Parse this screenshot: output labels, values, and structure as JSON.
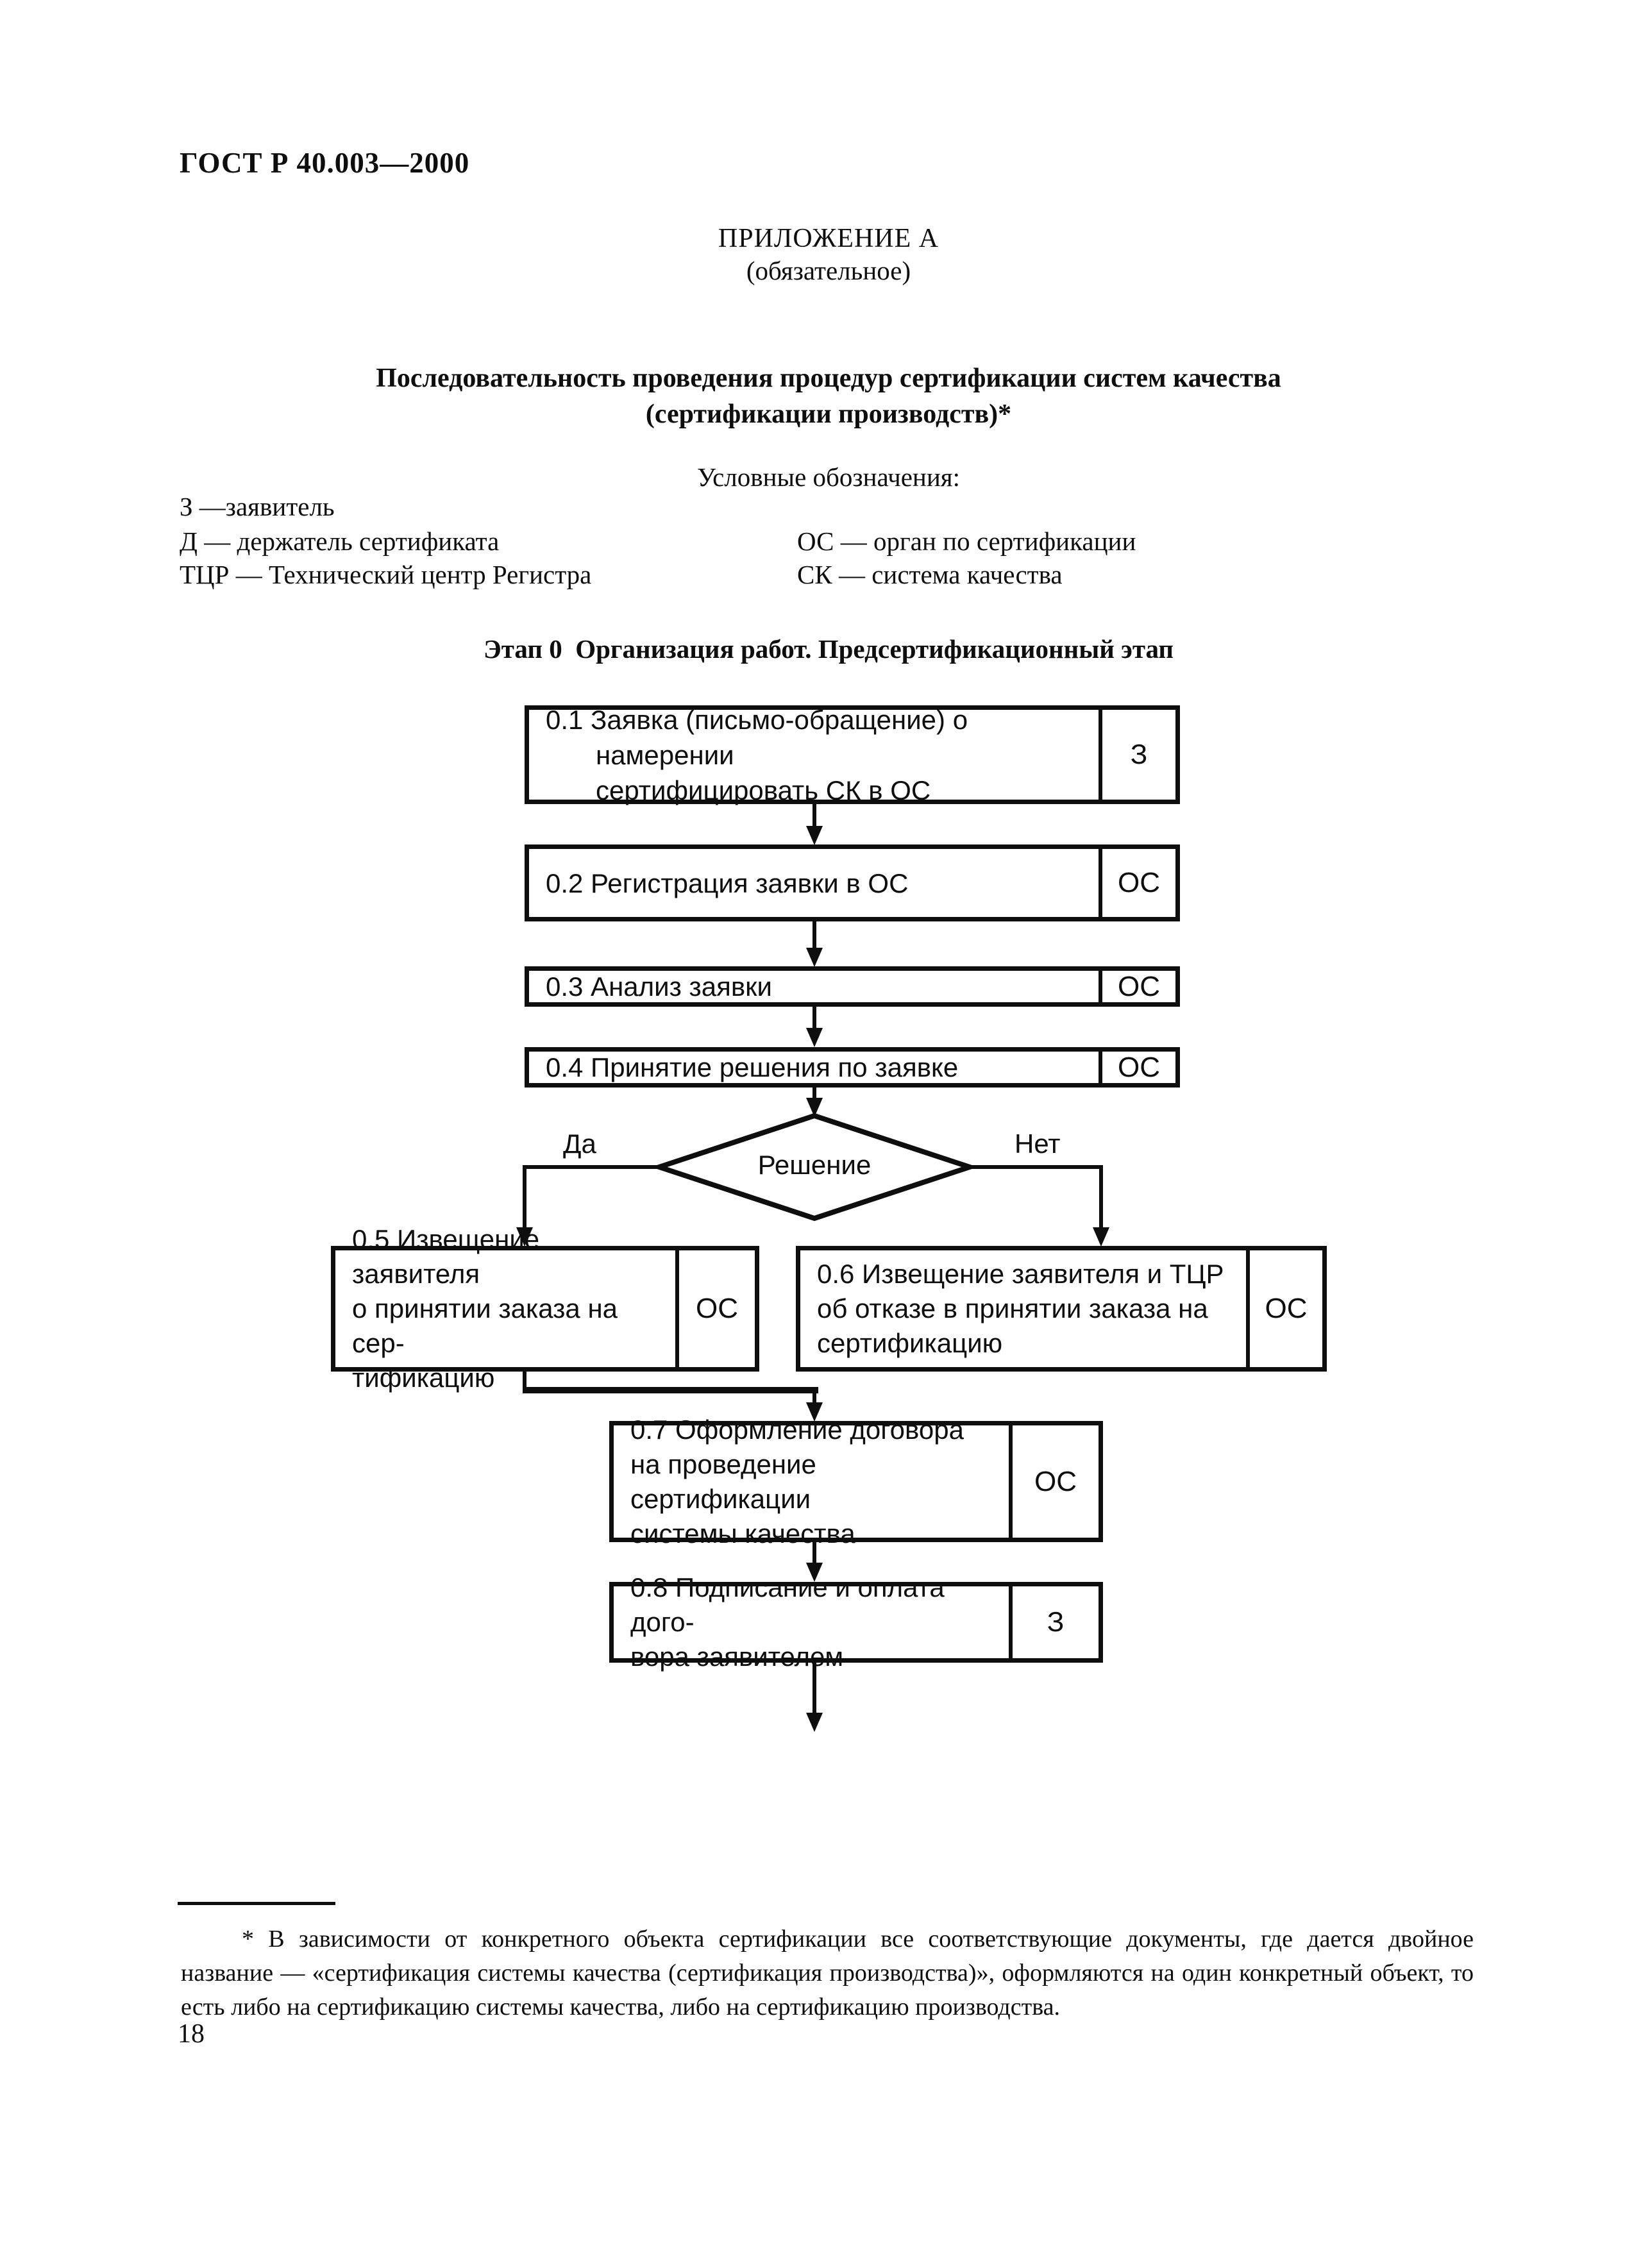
{
  "colors": {
    "ink": "#0e0e0e",
    "paper": "#ffffff"
  },
  "header": {
    "doc_code": "ГОСТ Р 40.003—2000",
    "appendix_title": "ПРИЛОЖЕНИЕ А",
    "appendix_subtitle": "(обязательное)"
  },
  "title": {
    "line1": "Последовательность проведения процедур сертификации систем качества",
    "line2": "(сертификации производств)*"
  },
  "legend": {
    "heading": "Условные обозначения:",
    "items": [
      {
        "label": "З —заявитель"
      },
      {
        "label": "Д — держатель сертификата"
      },
      {
        "label": "ОС — орган по сертификации"
      },
      {
        "label": "ТЦР — Технический центр Регистра"
      },
      {
        "label": "СК — система качества"
      }
    ]
  },
  "stage": {
    "heading": "Этап 0  Организация работ. Предсертификационный этап"
  },
  "flowchart": {
    "boxes": [
      {
        "id": "0.1",
        "text": "0.1 Заявка (письмо-обращение) о намерении\nсертифицировать СК в ОС",
        "tag": "З"
      },
      {
        "id": "0.2",
        "text": "0.2 Регистрация заявки в ОС",
        "tag": "ОС"
      },
      {
        "id": "0.3",
        "text": "0.3 Анализ заявки",
        "tag": "ОС"
      },
      {
        "id": "0.4",
        "text": "0.4 Принятие решения по заявке",
        "tag": "ОС"
      },
      {
        "id": "0.5",
        "text": "0.5 Извещение заявителя\nо принятии заказа на сер-\nтификацию",
        "tag": "ОС"
      },
      {
        "id": "0.6",
        "text": "0.6 Извещение заявителя и ТЦР\nоб отказе в принятии заказа на\nсертификацию",
        "tag": "ОС"
      },
      {
        "id": "0.7",
        "text": "0.7 Оформление договора\nна проведение сертификации\nсистемы качества",
        "tag": "ОС"
      },
      {
        "id": "0.8",
        "text": "0.8 Подписание и оплата дого-\nвора заявителем",
        "tag": "З"
      }
    ],
    "decision": {
      "label": "Решение",
      "yes_label": "Да",
      "no_label": "Нет"
    }
  },
  "footnote": {
    "text": "* В зависимости от конкретного объекта сертификации все соответствующие документы, где дается двойное название — «сертификация системы качества (сертификация производства)», оформляются на один конкретный объект, то есть либо на сертификацию системы качества, либо на сертификацию производства."
  },
  "footer": {
    "page_number": "18"
  }
}
